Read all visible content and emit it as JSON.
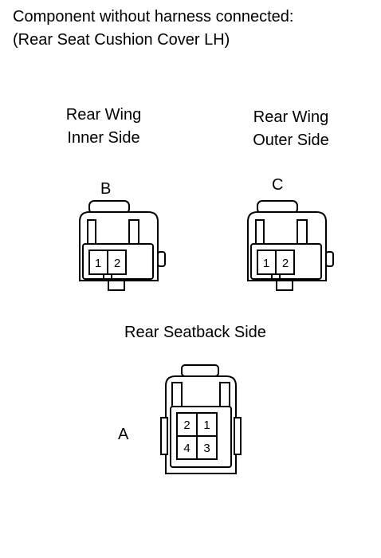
{
  "header": {
    "line1": "Component without harness connected:",
    "line2": "(Rear Seat Cushion Cover LH)"
  },
  "connectors": {
    "B": {
      "label_line1": "Rear Wing",
      "label_line2": "Inner Side",
      "letter": "B",
      "pins": [
        "1",
        "2"
      ]
    },
    "C": {
      "label_line1": "Rear Wing",
      "label_line2": "Outer Side",
      "letter": "C",
      "pins": [
        "1",
        "2"
      ]
    },
    "A": {
      "label": "Rear Seatback Side",
      "letter": "A",
      "pins_top": [
        "2",
        "1"
      ],
      "pins_bottom": [
        "4",
        "3"
      ]
    }
  }
}
